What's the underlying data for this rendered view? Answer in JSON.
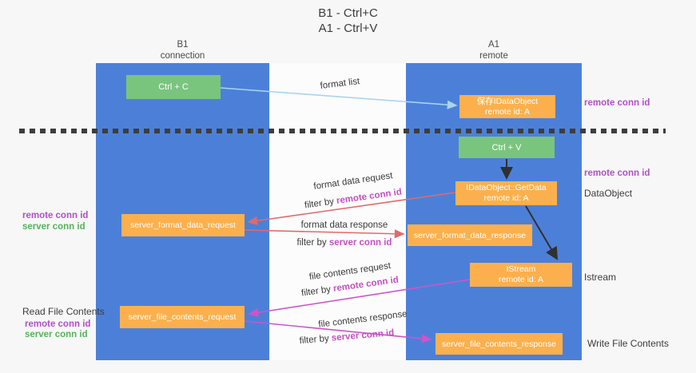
{
  "title": {
    "line1": "B1 - Ctrl+C",
    "line2": "A1 - Ctrl+V"
  },
  "lanes": {
    "left": {
      "name": "B1",
      "role": "connection"
    },
    "right": {
      "name": "A1",
      "role": "remote"
    }
  },
  "boxes": {
    "ctrl_c": {
      "label": "Ctrl + C"
    },
    "save_idataobject": {
      "line1": "保存IDataObject",
      "line2": "remote id: A"
    },
    "ctrl_v": {
      "label": "Ctrl + V"
    },
    "getdata": {
      "line1": "IDataObject::GetData",
      "line2": "remote id: A"
    },
    "istream": {
      "line1": "IStream",
      "line2": "remote id: A"
    },
    "server_format_data_request": {
      "label": "server_format_data_request"
    },
    "server_format_data_response": {
      "label": "server_format_data_response"
    },
    "server_file_contents_request": {
      "label": "server_file_contents_request"
    },
    "server_file_contents_response": {
      "label": "server_file_contents_response"
    }
  },
  "flow_labels": {
    "format_list": "format list",
    "filter_by": "filter by ",
    "format_data_request": "format data request",
    "format_data_request_key": "remote conn id",
    "format_data_response": "format data response",
    "format_data_response_key": "server conn id",
    "file_contents_request": "file contents request",
    "file_contents_request_key": "remote conn id",
    "file_contents_response": "file contents response",
    "file_contents_response_key": "server conn id"
  },
  "side_labels": {
    "right_remote_conn_id_top": "remote conn id",
    "right_remote_conn_id_mid": "remote conn id",
    "right_dataobject": "DataObject",
    "right_istream": "Istream",
    "right_write_file": "Write File Contents",
    "left_remote_conn_id_format": "remote conn id",
    "left_server_conn_id_format": "server conn id",
    "left_read_file": "Read File Contents",
    "left_remote_conn_id_file": "remote conn id",
    "left_server_conn_id_file": "server conn id"
  },
  "colors": {
    "lane_blue": "#4c80d8",
    "box_orange": "#fbb04d",
    "box_green": "#7ac57e",
    "arrow_light_blue": "#a9d3f1",
    "arrow_red": "#e06a6a",
    "arrow_magenta": "#cc55cc",
    "arrow_black": "#303030",
    "dashed_divider": "#3d3d3d",
    "label_purple": "#b14fc8",
    "label_green": "#55b25a"
  }
}
